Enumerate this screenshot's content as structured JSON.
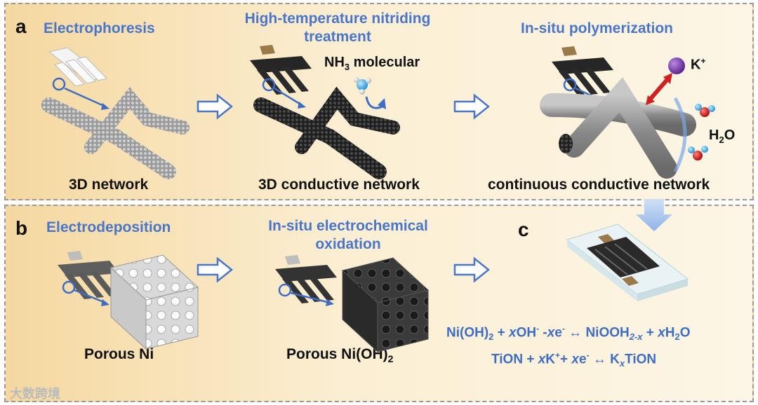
{
  "panel_a": {
    "letter": "a",
    "step1_title": "Electrophoresis",
    "step1_caption": "3D network",
    "step2_title": "High-temperature nitriding treatment",
    "step2_caption": "3D conductive network",
    "nh3_label_main": "NH",
    "nh3_label_sub": "3",
    "nh3_label_rest": " molecular",
    "step3_title": "In-situ polymerization",
    "step3_caption": "continuous conductive network",
    "k_label": "K",
    "k_sup": "+",
    "h2o_main": "H",
    "h2o_sub": "2",
    "h2o_rest": "O"
  },
  "panel_b": {
    "letter": "b",
    "step1_title": "Electrodeposition",
    "step1_caption": "Porous Ni",
    "step2_title": "In-situ electrochemical oxidation",
    "step2_caption_main": "Porous Ni(OH)",
    "step2_caption_sub": "2"
  },
  "panel_c": {
    "letter": "c",
    "eq1": {
      "p1": "Ni(OH)",
      "s1": "2",
      "p2": " + ",
      "i1": "x",
      "p3": "OH",
      "sup1": "-",
      "p4": " -",
      "i2": "x",
      "p5": "e",
      "sup2": "-",
      "p6": " ↔ NiOOH",
      "s2": "2-x",
      "p7": " + ",
      "i3": "x",
      "p8": "H",
      "s3": "2",
      "p9": "O"
    },
    "eq2": {
      "p1": "TiON + ",
      "i1": "x",
      "p2": "K",
      "sup1": "+",
      "p3": "+ ",
      "i2": "x",
      "p4": "e",
      "sup2": "-",
      "p5": " ↔ K",
      "s1": "x",
      "p6": "TiON"
    },
    "eq1_text": "Ni(OH)2 + xOH- -xe- ↔ NiOOH2-x + xH2O",
    "eq2_text": "TiON + xK++ xe- ↔ KxTiON"
  },
  "watermark": "大数跨境",
  "colors": {
    "title_blue": "#4a76c9",
    "arrow_blue": "#4a76c9",
    "k_ion": "#6a2c9a",
    "red_arrow": "#d21f1f"
  }
}
